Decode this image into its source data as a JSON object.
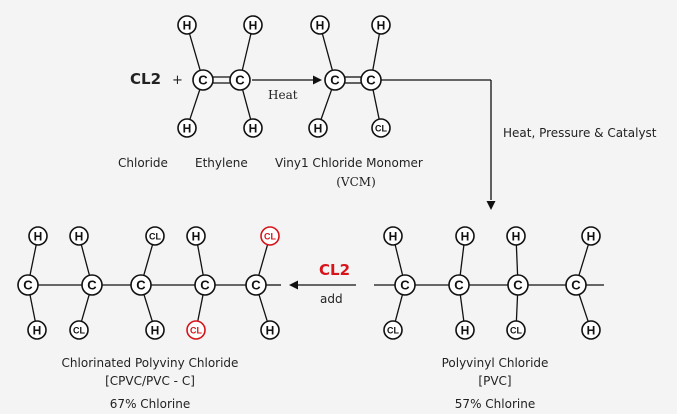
{
  "reaction1": {
    "reagent": "CL2",
    "plus": "+",
    "arrow_label": "Heat",
    "label_chloride": "Chloride",
    "label_ethylene": "Ethylene",
    "label_vcm_line1": "Viny1 Chloride Monomer",
    "label_vcm_line2": "(VCM)"
  },
  "step2_label": "Heat, Pressure & Catalyst",
  "reaction3": {
    "reagent": "CL2",
    "arrow_label": "add",
    "reagent_color": "#d6141a"
  },
  "products": {
    "pvc": {
      "name": "Polyvinyl Chloride",
      "abbr": "[PVC]",
      "chlorine": "57% Chlorine"
    },
    "cpvc": {
      "name": "Chlorinated Polyviny Chloride",
      "abbr": "[CPVC/PVC - C]",
      "chlorine": "67% Chlorine"
    }
  },
  "atom_symbols": {
    "carbon": "C",
    "hydrogen": "H",
    "chlorine": "CL"
  },
  "colors": {
    "highlight": "#d6141a",
    "ink": "#111111",
    "background": "#f4f4f4"
  }
}
